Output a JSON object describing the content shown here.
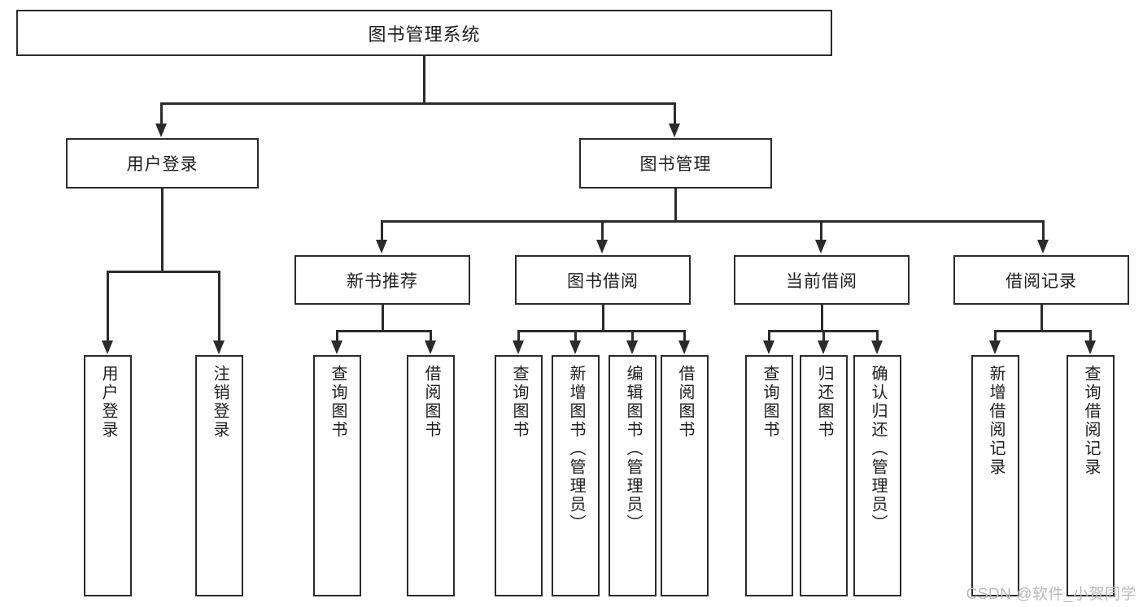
{
  "diagram": {
    "title": "图书管理系统",
    "watermark": "CSDN @软件_小贺同学",
    "type": "tree",
    "orientation": "top-down",
    "levels": 4,
    "colors": {
      "stroke": "#2b2b2b",
      "fill": "#ffffff",
      "text": "#1d1d1d",
      "watermark": "#b9b9b9"
    },
    "root": {
      "label": "图书管理系统"
    },
    "level2": [
      {
        "label": "用户登录"
      },
      {
        "label": "图书管理"
      }
    ],
    "level3": [
      {
        "label": "新书推荐"
      },
      {
        "label": "图书借阅"
      },
      {
        "label": "当前借阅"
      },
      {
        "label": "借阅记录"
      }
    ],
    "leaves": {
      "user_login": [
        {
          "label": "用户登录"
        },
        {
          "label": "注销登录"
        }
      ],
      "new_book": [
        {
          "label": "查询图书"
        },
        {
          "label": "借阅图书"
        }
      ],
      "book_borrow": [
        {
          "label": "查询图书"
        },
        {
          "label": "新增图书（管理员）"
        },
        {
          "label": "编辑图书（管理员）"
        },
        {
          "label": "借阅图书"
        }
      ],
      "current_borrow": [
        {
          "label": "查询图书"
        },
        {
          "label": "归还图书"
        },
        {
          "label": "确认归还（管理员）"
        }
      ],
      "borrow_record": [
        {
          "label": "新增借阅记录"
        },
        {
          "label": "查询借阅记录"
        }
      ]
    }
  }
}
